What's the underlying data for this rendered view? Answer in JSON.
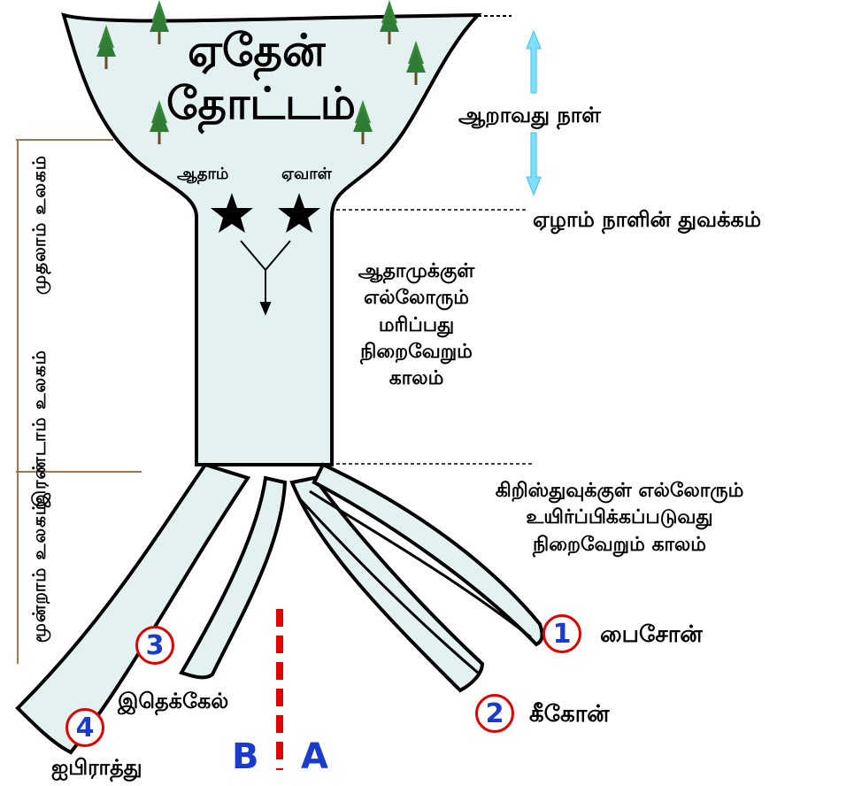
{
  "title": {
    "line1": "ஏதேன்",
    "line2": "தோட்டம்"
  },
  "people": {
    "adam": "ஆதாம்",
    "eve": "ஏவாள்"
  },
  "timeline": {
    "sixth_day": "ஆறாவது நாள்",
    "seventh_day_start": "ஏழாம் நாளின் துவக்கம்",
    "adam_period": [
      "ஆதாமுக்குள்",
      "எல்லோரும்",
      "மரிப்பது",
      "நிறைவேறும்",
      "காலம்"
    ],
    "christ_period": [
      "கிறிஸ்துவுக்குள் எல்லோரும்",
      "உயிர்ப்பிக்கப்படுவது",
      "நிறைவேறும் காலம்"
    ]
  },
  "ages": {
    "first": "முதலாம் உலகம்",
    "second": "இரண்டாம் உலகம்",
    "third": "மூன்றாம் உலகம்"
  },
  "rivers": [
    {
      "number": "1",
      "name": "பைசோன்"
    },
    {
      "number": "2",
      "name": "கீகோன்"
    },
    {
      "number": "3",
      "name": "இதெக்கேல்"
    },
    {
      "number": "4",
      "name": "ஐபிராத்து"
    }
  ],
  "divider_labels": {
    "b": "B",
    "a": "A"
  },
  "colors": {
    "river_fill": "#e3f2f1",
    "outline": "#000000",
    "circle_border": "#e00000",
    "number_text": "#1a3ccc",
    "divider": "#e00000",
    "arrow": "#7fdfff",
    "tree": "#3a8a3a"
  },
  "icons": [
    "star-icon",
    "tree-icon",
    "up-arrow-icon",
    "down-arrow-icon",
    "y-arrow-icon"
  ]
}
